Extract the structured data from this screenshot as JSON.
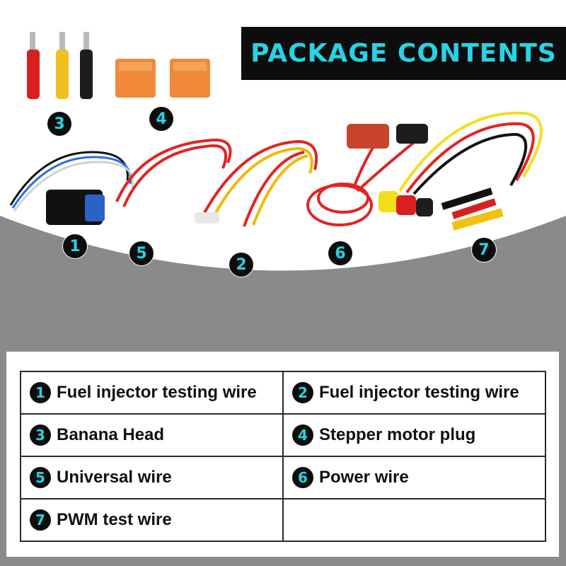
{
  "banner": {
    "title": "PACKAGE CONTENTS"
  },
  "numbers": {
    "n1": "1",
    "n2": "2",
    "n3": "3",
    "n4": "4",
    "n5": "5",
    "n6": "6",
    "n7": "7"
  },
  "table": {
    "rows": [
      [
        {
          "num": "1",
          "label": "Fuel injector testing wire"
        },
        {
          "num": "2",
          "label": "Fuel injector testing wire"
        }
      ],
      [
        {
          "num": "3",
          "label": "Banana Head"
        },
        {
          "num": "4",
          "label": "Stepper motor plug"
        }
      ],
      [
        {
          "num": "5",
          "label": "Universal wire"
        },
        {
          "num": "6",
          "label": "Power wire"
        }
      ],
      [
        {
          "num": "7",
          "label": "PWM test wire"
        },
        {
          "num": "",
          "label": ""
        }
      ]
    ]
  },
  "colors": {
    "accent": "#27d3e4",
    "badge_bg": "#0d0d0d",
    "wire_red": "#e02424",
    "wire_yellow": "#f2df1a",
    "plug_orange": "#f08a3a"
  }
}
